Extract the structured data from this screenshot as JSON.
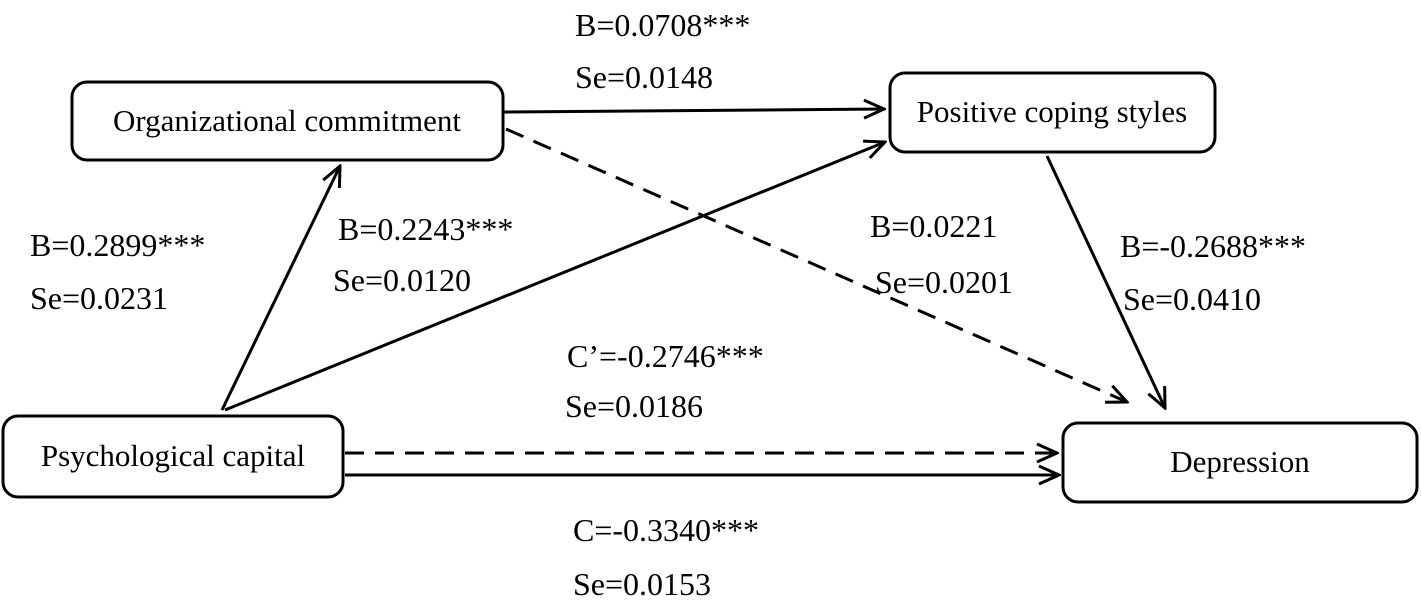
{
  "diagram": {
    "background_color": "#ffffff",
    "ink_color": "#000000",
    "nodes": {
      "oc": {
        "label": "Organizational commitment"
      },
      "pcs": {
        "label": "Positive coping styles"
      },
      "pc": {
        "label": "Psychological capital"
      },
      "dep": {
        "label": "Depression"
      }
    },
    "edges": {
      "oc_pcs": {
        "from": "Organizational commitment",
        "to": "Positive coping styles",
        "line": "solid",
        "b": "B=0.0708***",
        "se": "Se=0.0148"
      },
      "pc_oc": {
        "from": "Psychological capital",
        "to": "Organizational commitment",
        "line": "solid",
        "b": "B=0.2899***",
        "se": "Se=0.0231"
      },
      "pc_pcs": {
        "from": "Psychological capital",
        "to": "Positive coping styles",
        "line": "solid",
        "b": "B=0.2243***",
        "se": "Se=0.0120"
      },
      "oc_dep": {
        "from": "Organizational commitment",
        "to": "Depression",
        "line": "dashed",
        "b": "B=0.0221",
        "se": "Se=0.0201"
      },
      "pcs_dep": {
        "from": "Positive coping styles",
        "to": "Depression",
        "line": "solid",
        "b": "B=-0.2688***",
        "se": "Se=0.0410"
      },
      "pc_dep_direct": {
        "from": "Psychological capital",
        "to": "Depression",
        "line": "dashed",
        "b": "C’=-0.2746***",
        "se": "Se=0.0186"
      },
      "pc_dep_total": {
        "from": "Psychological capital",
        "to": "Depression",
        "line": "solid",
        "b": "C=-0.3340***",
        "se": "Se=0.0153"
      }
    }
  }
}
